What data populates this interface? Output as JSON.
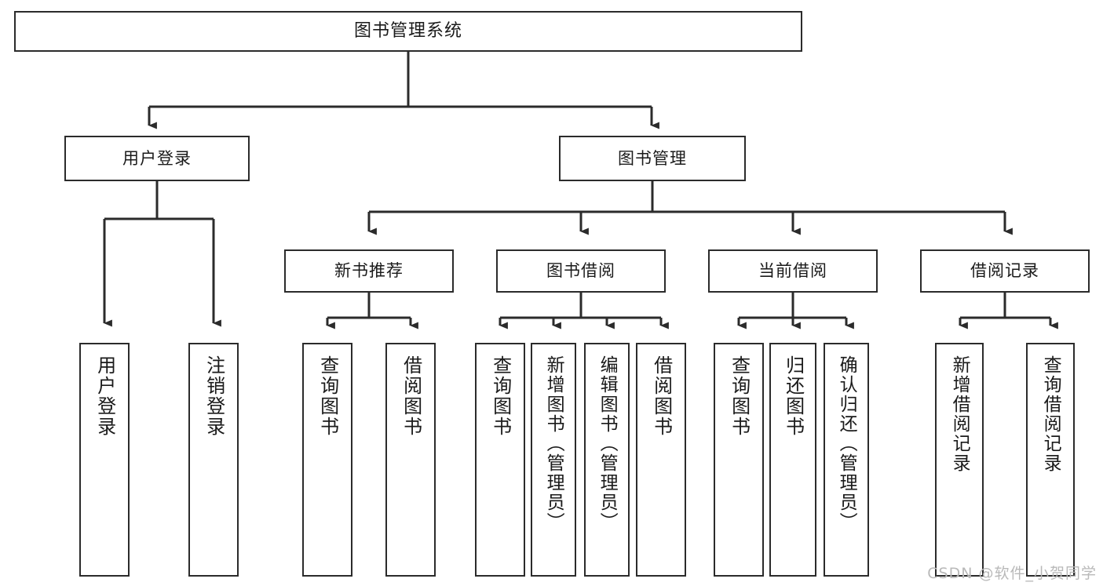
{
  "diagram": {
    "title": "图书管理系统",
    "type": "tree",
    "colors": {
      "node_border": "#2b2b2b",
      "node_fill": "#ffffff",
      "connector": "#2b2b2b",
      "watermark": "#b9b9b9",
      "background": "#ffffff"
    },
    "root": {
      "label": "图书管理系统"
    },
    "level2": [
      {
        "label": "用户登录"
      },
      {
        "label": "图书管理"
      }
    ],
    "level3": [
      {
        "label": "新书推荐"
      },
      {
        "label": "图书借阅"
      },
      {
        "label": "当前借阅"
      },
      {
        "label": "借阅记录"
      }
    ],
    "leaves": {
      "user_login": [
        {
          "label": "用户登录"
        },
        {
          "label": "注销登录"
        }
      ],
      "new_book_recommend": [
        {
          "label": "查询图书"
        },
        {
          "label": "借阅图书"
        }
      ],
      "book_borrow": [
        {
          "label": "查询图书"
        },
        {
          "label": "新增图书（管理员）"
        },
        {
          "label": "编辑图书（管理员）"
        },
        {
          "label": "借阅图书"
        }
      ],
      "current_borrow": [
        {
          "label": "查询图书"
        },
        {
          "label": "归还图书"
        },
        {
          "label": "确认归还（管理员）"
        }
      ],
      "borrow_records": [
        {
          "label": "新增借阅记录"
        },
        {
          "label": "查询借阅记录"
        }
      ]
    }
  },
  "watermark": {
    "text": "CSDN @软件_小贺同学"
  }
}
